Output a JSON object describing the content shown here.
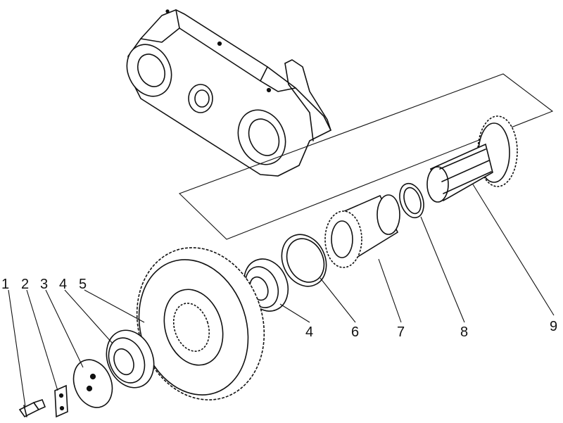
{
  "callouts": {
    "c1": "1",
    "c2": "2",
    "c3": "3",
    "c4a": "4",
    "c5": "5",
    "c4b": "4",
    "c6": "6",
    "c7": "7",
    "c8": "8",
    "c9": "9"
  },
  "colors": {
    "ink": "#111111",
    "paper": "#ffffff"
  }
}
